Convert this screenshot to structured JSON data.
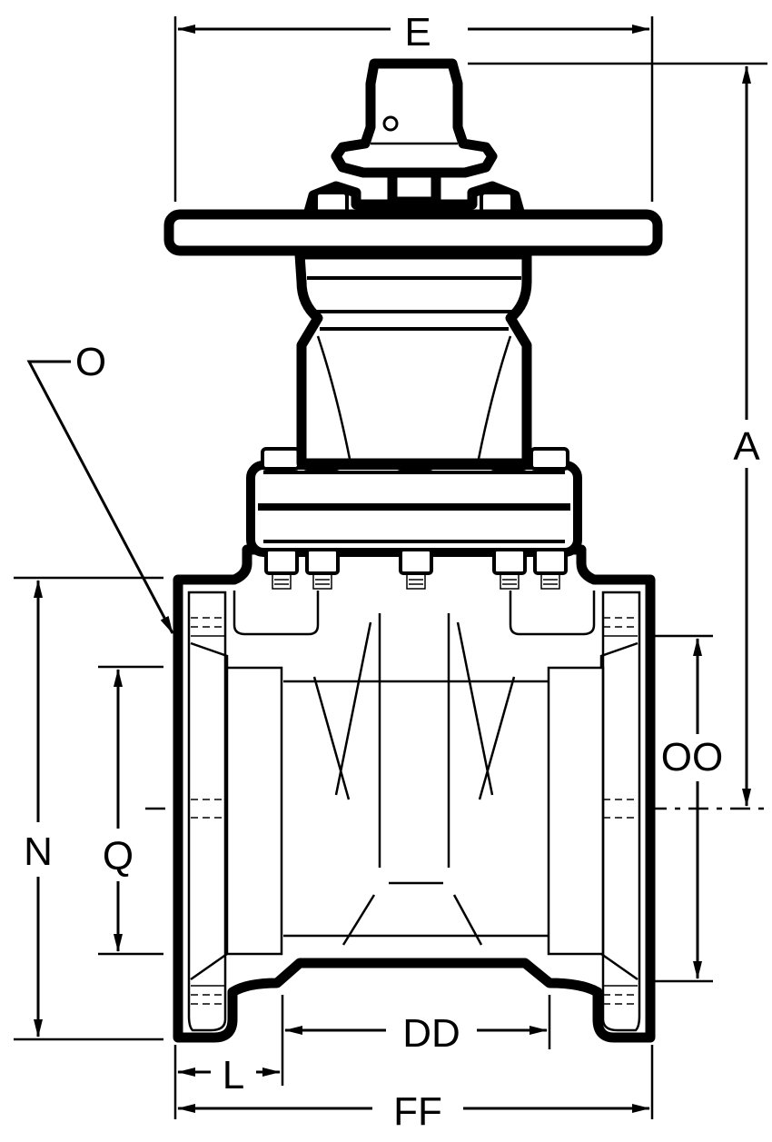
{
  "diagram": {
    "dimension_labels": {
      "E": "E",
      "A": "A",
      "O": "O",
      "N": "N",
      "Q": "Q",
      "OO": "OO",
      "DD": "DD",
      "L": "L",
      "FF": "FF"
    }
  }
}
